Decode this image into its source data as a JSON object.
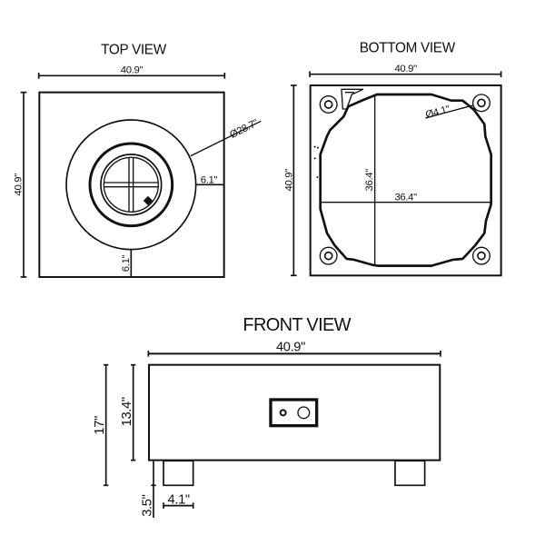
{
  "top_view": {
    "title": "TOP VIEW",
    "width_label": "40.9\"",
    "height_label": "40.9\"",
    "diameter_label": "Ø28.7\"",
    "side_offset_label": "6.1\"",
    "bottom_offset_label": "6.1\""
  },
  "bottom_view": {
    "title": "BOTTOM VIEW",
    "width_label": "40.9\"",
    "height_label": "40.9\"",
    "inner_height_label": "36.4\"",
    "inner_width_label": "36.4\"",
    "leg_diameter_label": "Ø4.1\""
  },
  "front_view": {
    "title": "FRONT VIEW",
    "width_label": "40.9\"",
    "total_height_label": "17\"",
    "body_height_label": "13.4\"",
    "leg_height_label": "3.5\"",
    "leg_width_label": "4.1\""
  }
}
